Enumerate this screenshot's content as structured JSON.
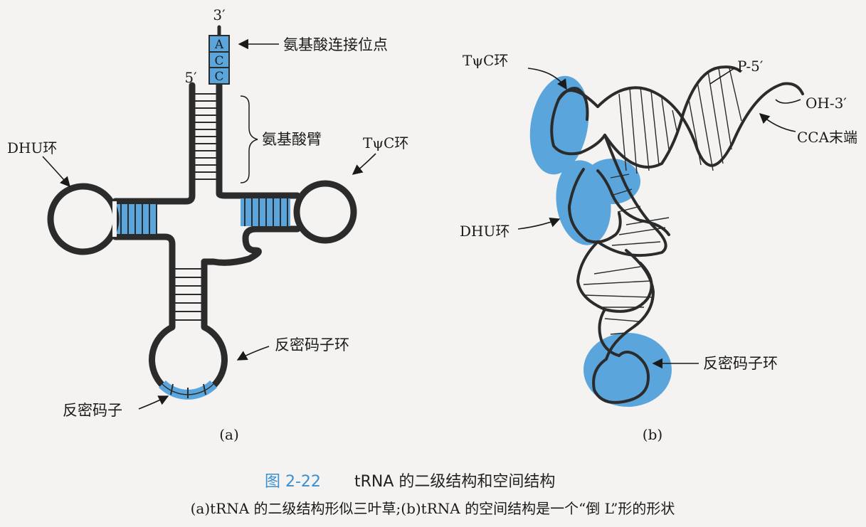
{
  "panel_a": {
    "end_3": "3′",
    "end_5": "5′",
    "cca_bases": [
      "A",
      "C",
      "C"
    ],
    "amino_site_label": "氨基酸连接位点",
    "amino_arm_label": "氨基酸臂",
    "dhu_loop_label": "DHU环",
    "tpsic_loop_label": "TψC环",
    "anticodon_loop_label": "反密码子环",
    "anticodon_label": "反密码子",
    "panel_label": "(a)"
  },
  "panel_b": {
    "tpsic_loop_label": "TψC环",
    "p5_label": "P-5′",
    "oh3_label": "OH-3′",
    "cca_end_label": "CCA末端",
    "dhu_loop_label": "DHU环",
    "anticodon_loop_label": "反密码子环",
    "panel_label": "(b)"
  },
  "caption": {
    "number": "图 2-22",
    "title": "tRNA 的二级结构和空间结构",
    "subtitle": "(a)tRNA 的二级结构形似三叶草;(b)tRNA 的空间结构是一个“倒 L”形的形状"
  },
  "colors": {
    "highlight": "#5aa6dc",
    "stroke": "#2b2b2b",
    "caption_accent": "#3a8fd0"
  }
}
